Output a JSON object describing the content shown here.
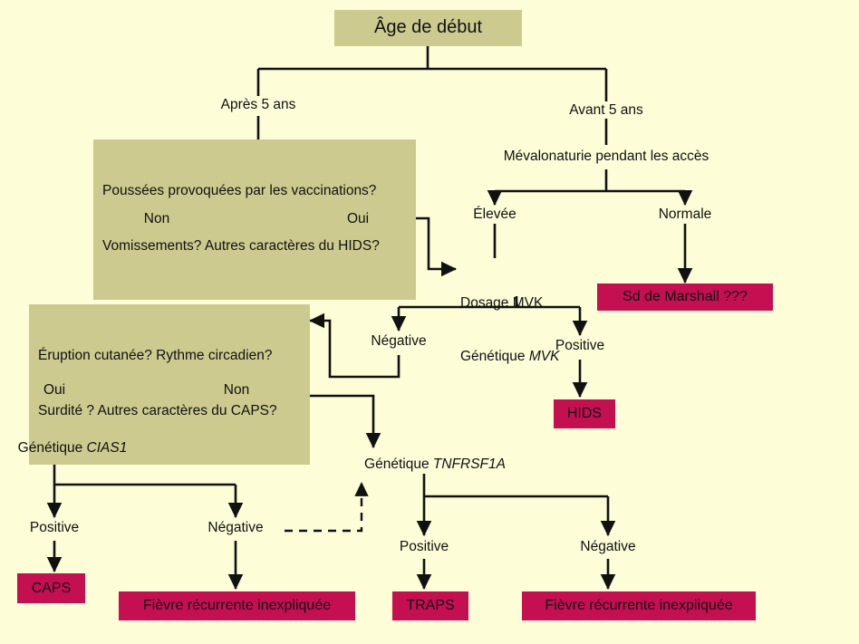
{
  "page": {
    "title": "Algorithme diagnostique des fièvres récurrentes",
    "background_color": "#fdfdd8",
    "box_olive_color": "#ccca8f",
    "box_magenta_color": "#c40f51",
    "line_color": "#111111"
  },
  "nodes": {
    "root": "Âge de début",
    "branch_after5": "Après 5 ans",
    "branch_before5": "Avant 5 ans",
    "q_hids_line1": "Poussées provoquées par les vaccinations?",
    "q_hids_line2": "Vomissements? Autres caractères du HIDS?",
    "mevalonaturie": "Mévalonaturie pendant les accès",
    "hids_non": "Non",
    "hids_oui": "Oui",
    "mev_elevee": "Élevée",
    "mev_normale": "Normale",
    "dosage_line1": "Dosage MVK",
    "dosage_line2_prefix": "Génétique ",
    "dosage_line2_gene": "MVK",
    "sd_marshall": "Sd de Marshall ???",
    "mvk_negative": "Négative",
    "mvk_positive": "Positive",
    "hids_result": "HIDS",
    "q_caps_line1": "Éruption cutanée? Rythme circadien?",
    "q_caps_line2": "Surdité ? Autres caractères du CAPS?",
    "caps_oui": "Oui",
    "caps_non": "Non",
    "genetique_cias1_prefix": "Génétique ",
    "genetique_cias1_gene": "CIAS1",
    "cias1_positive": "Positive",
    "cias1_negative": "Négative",
    "caps_result": "CAPS",
    "fievre_result_left": "Fièvre récurrente inexpliquée",
    "genetique_tnfrsf1a_prefix": "Génétique ",
    "genetique_tnfrsf1a_gene": "TNFRSF1A",
    "tnf_positive": "Positive",
    "tnf_negative": "Négative",
    "traps_result": "TRAPS",
    "fievre_result_right": "Fièvre récurrente inexpliquée"
  }
}
